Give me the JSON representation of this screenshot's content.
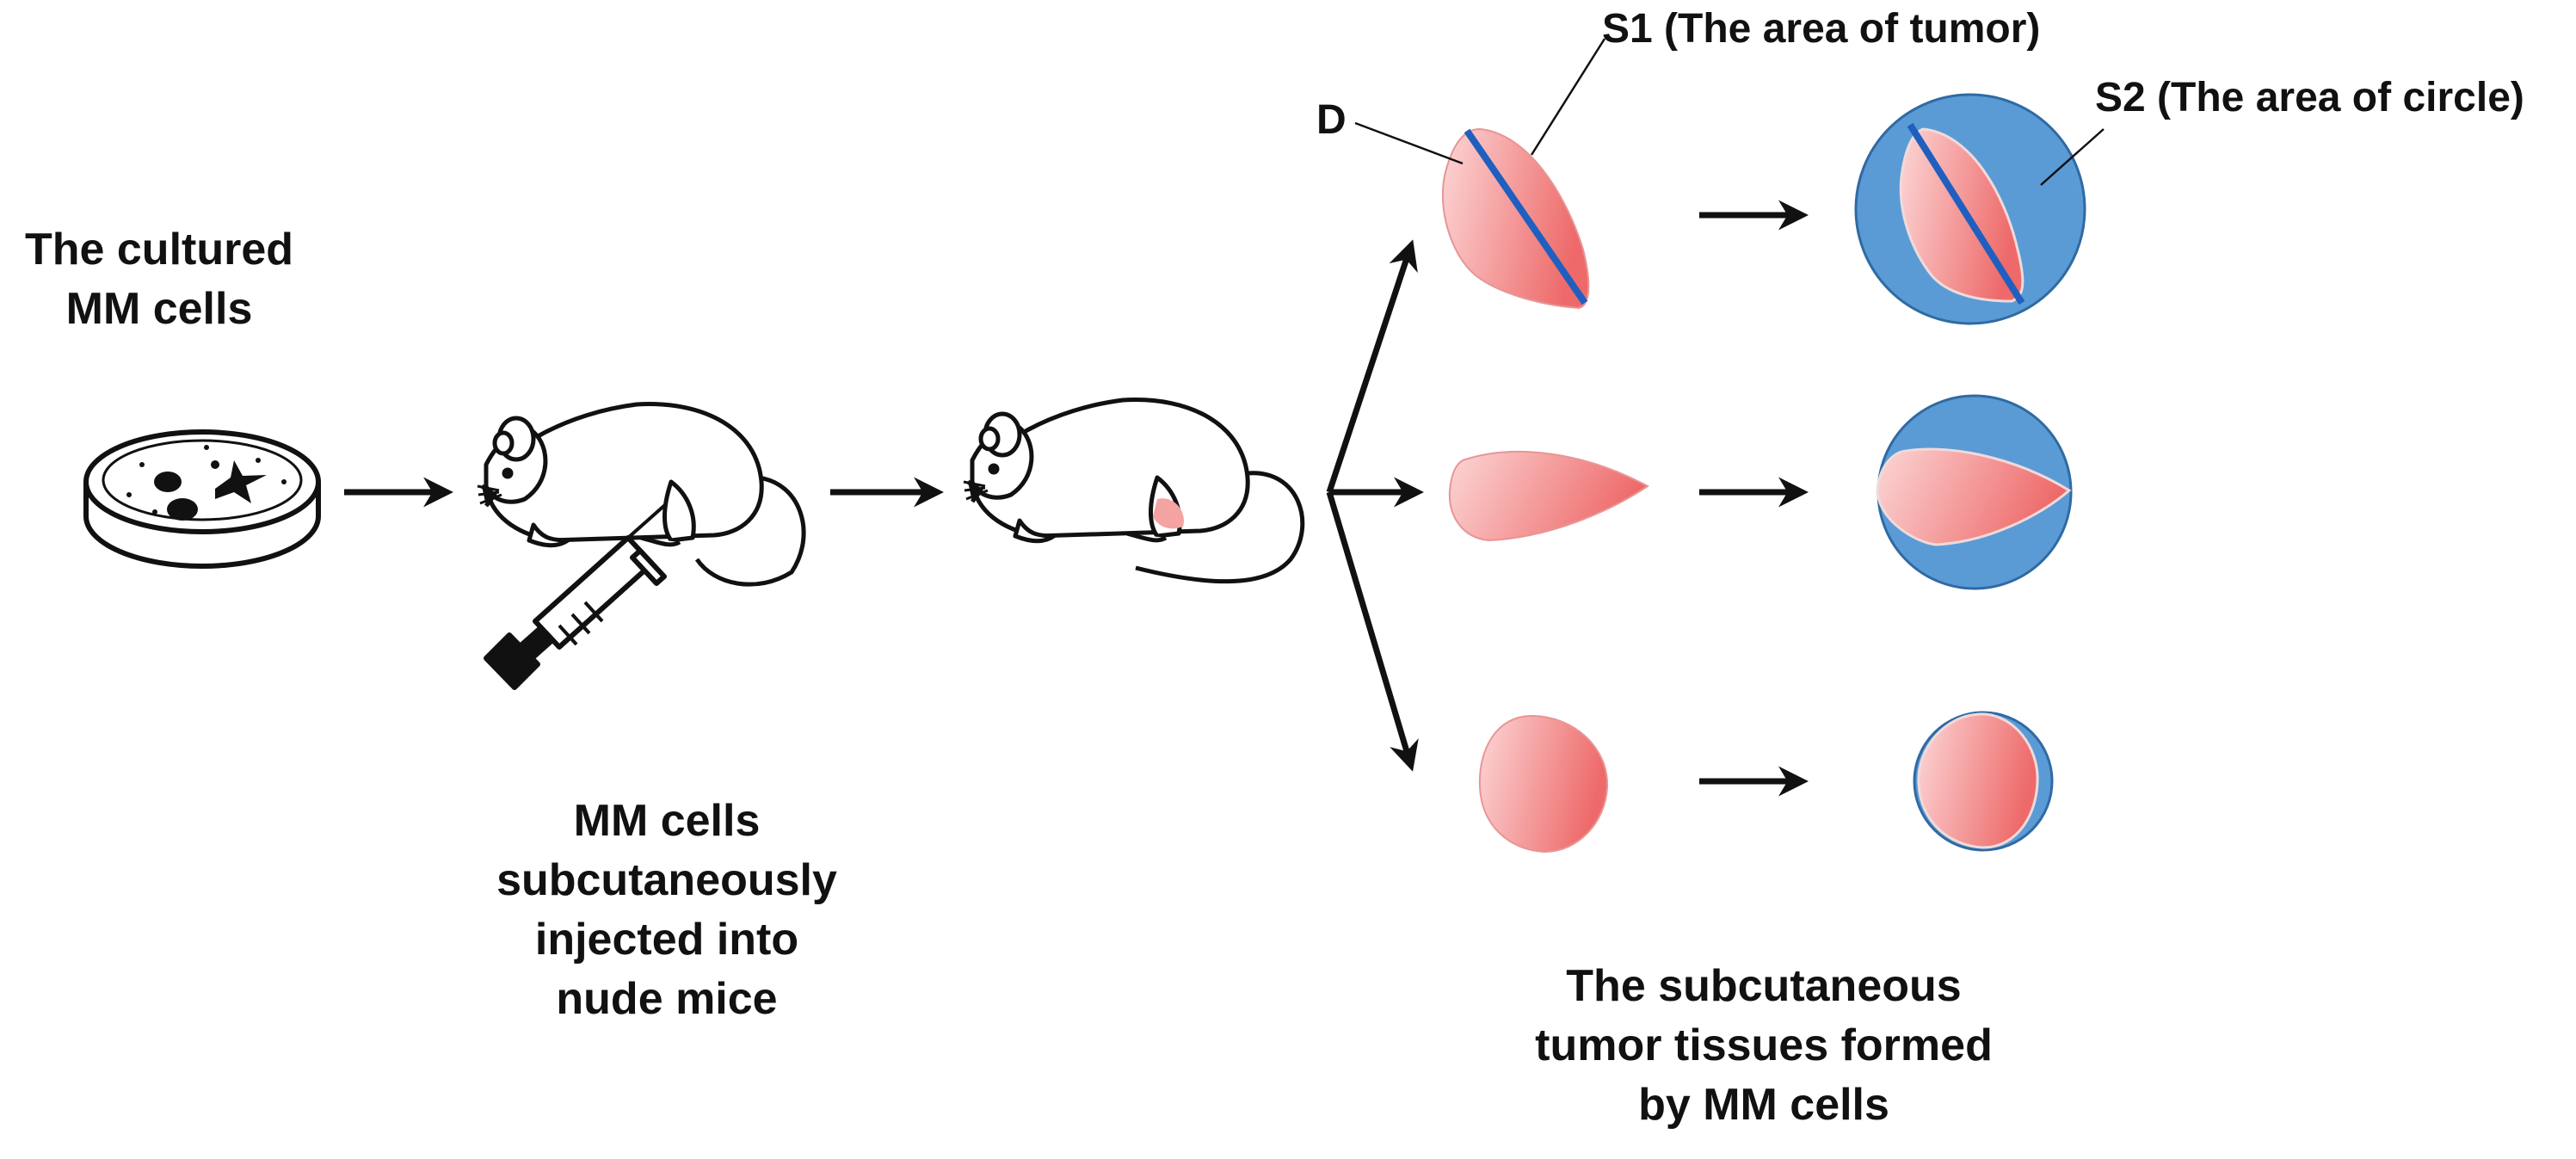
{
  "labels": {
    "cultured_cells": [
      "The cultured",
      "MM cells"
    ],
    "injection": [
      "MM cells",
      "subcutaneously",
      "injected into",
      "nude mice"
    ],
    "tumor_tissues": [
      "The subcutaneous",
      "tumor tissues formed",
      "by MM cells"
    ],
    "diameter": "D",
    "tumor_area": "S1 (The area of tumor)",
    "circle_area": "S2 (The area of circle)"
  },
  "colors": {
    "tumor_light": "#fcd3d3",
    "tumor_dark": "#ef6c6c",
    "circle": "#5b9bd5",
    "diameter_line": "#1f5fbf",
    "ink": "#111111"
  },
  "icons": [
    "petri-dish-icon",
    "mouse-icon",
    "syringe-icon",
    "arrow-icon"
  ]
}
